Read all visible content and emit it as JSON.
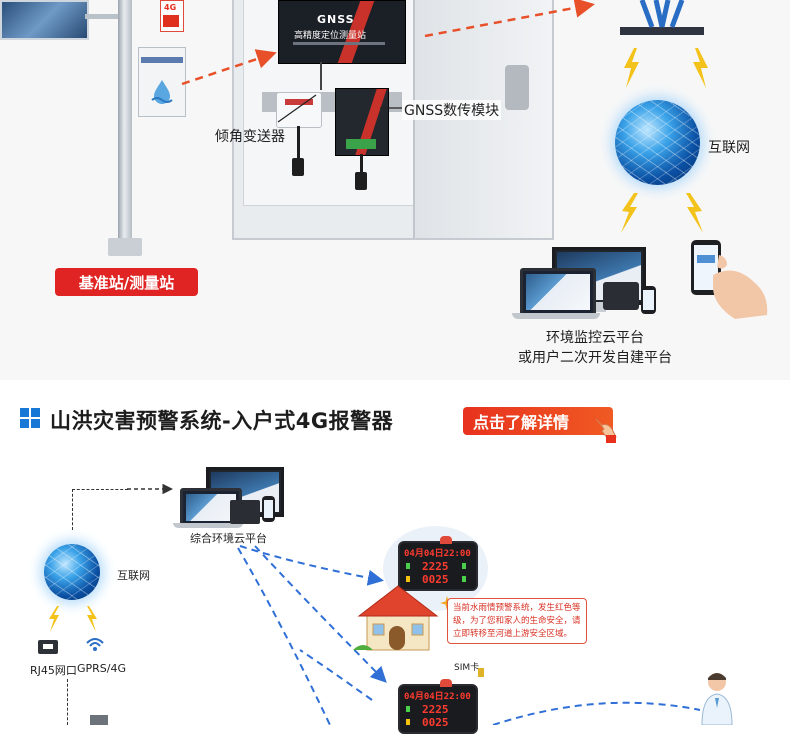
{
  "top_section": {
    "device_title": "GNSS",
    "device_subtitle": "高精度定位测量站",
    "tilt_sensor_label": "倾角变送器",
    "dtu_label": "GNSS数传模块",
    "station_badge": "基准站/测量站",
    "internet_label": "互联网",
    "cloud_caption_line1": "环境监控云平台",
    "cloud_caption_line2": "或用户二次开发自建平台",
    "network_badge": "4G"
  },
  "section_heading": {
    "title": "山洪灾害预警系统-入户式4G报警器",
    "cta_label": "点击了解详情"
  },
  "bottom_section": {
    "cloud_label": "综合环境云平台",
    "internet_label": "互联网",
    "rj45_label": "RJ45网口",
    "gprs_label": "GPRS/4G",
    "sim_label": "SIM卡",
    "alarm_display_top": {
      "row1": "04月04日22:00",
      "row2": "2225",
      "row3": "0025"
    },
    "alarm_display_bottom": {
      "row1": "04月04日22:00",
      "row2": "2225",
      "row3": "0025"
    },
    "warning_text": "当前水雨情预警系统，发生红色等级，为了您和家人的生命安全，请立即转移至河道上游安全区域。"
  },
  "colors": {
    "accent_red": "#e02424",
    "accent_blue": "#1778d6",
    "arrow_red": "#e8502a",
    "arrow_blue": "#2f6fd6"
  }
}
